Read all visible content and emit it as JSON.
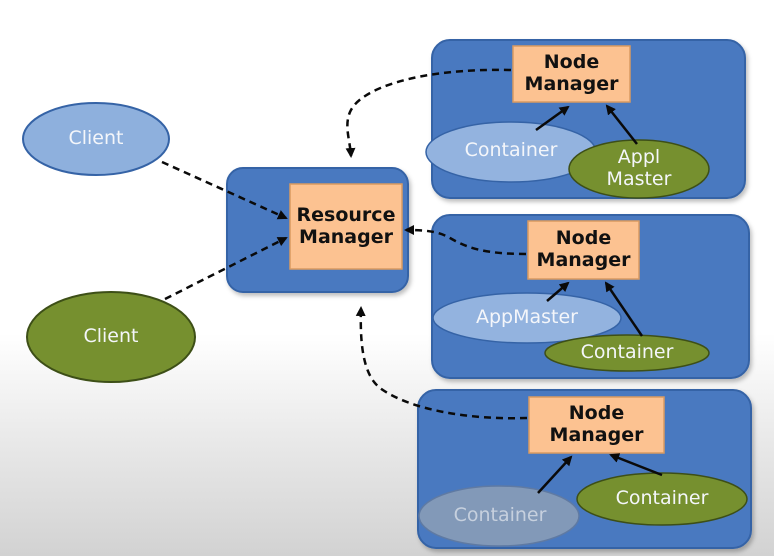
{
  "colors": {
    "node_panel_fill": "#4a79c0",
    "node_panel_stroke": "#3563a6",
    "manager_box_fill": "#fcc291",
    "manager_box_stroke": "#d99a61",
    "client_blue": "#8eb0dd",
    "green": "#76902f",
    "container_blue": "#93b3df",
    "container_faded": "#8299b8",
    "arrow_dashed": "#0a0a0a",
    "arrow_solid": "#0a0a0a"
  },
  "resource_manager": {
    "line1": "Resource",
    "line2": "Manager"
  },
  "clients": [
    {
      "label": "Client",
      "color": "blue"
    },
    {
      "label": "Client",
      "color": "green"
    }
  ],
  "nodes": [
    {
      "manager_line1": "Node",
      "manager_line2": "Manager",
      "container_label": "Container",
      "app_master_line1": "Appl",
      "app_master_line2": "Master"
    },
    {
      "manager_line1": "Node",
      "manager_line2": "Manager",
      "app_master_label": "AppMaster",
      "container_label": "Container"
    },
    {
      "manager_line1": "Node",
      "manager_line2": "Manager",
      "container_faded_label": "Container",
      "container_label": "Container"
    }
  ]
}
